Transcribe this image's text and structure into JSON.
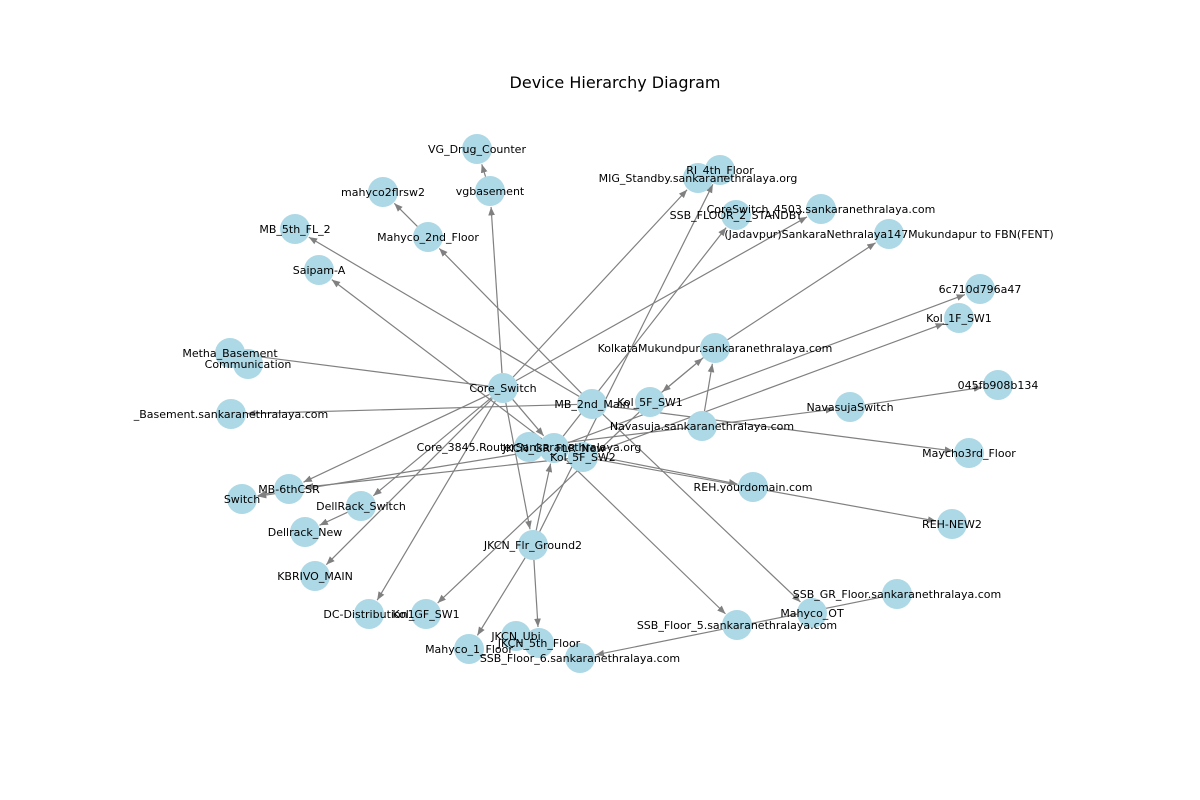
{
  "title": "Device Hierarchy Diagram",
  "colors": {
    "node": "#add8e6",
    "edge": "#808080",
    "text": "#000000",
    "background": "#ffffff"
  },
  "nodes": [
    {
      "id": "VG_Drug_Counter",
      "label": "VG_Drug_Counter"
    },
    {
      "id": "RI_4th_Floor",
      "label": "RI_4th_Floor"
    },
    {
      "id": "MIG_Standby",
      "label": "MIG_Standby.sankaranethralaya.org"
    },
    {
      "id": "mahyco2flrsw2",
      "label": "mahyco2flrsw2"
    },
    {
      "id": "vgbasement",
      "label": "vgbasement"
    },
    {
      "id": "CoreSwitch_4503",
      "label": "CoreSwitch_4503.sankaranethralaya.com"
    },
    {
      "id": "SSB_FLOOR_2_STANDBY",
      "label": "SSB_FLOOR_2_STANDBY"
    },
    {
      "id": "MB_5th_FL_2",
      "label": "MB_5th_FL_2"
    },
    {
      "id": "Mahyco_2nd_Floor",
      "label": "Mahyco_2nd_Floor"
    },
    {
      "id": "Jadavpur",
      "label": "(Jadavpur)SankaraNethralaya147Mukundapur to FBN(FENT)"
    },
    {
      "id": "Saipam_A",
      "label": "Saipam-A"
    },
    {
      "id": "6c710d796a47",
      "label": "6c710d796a47"
    },
    {
      "id": "Kol_1F_SW1",
      "label": "Kol_1F_SW1"
    },
    {
      "id": "KolkataMukundpur",
      "label": "KolkataMukundpur.sankaranethralaya.com"
    },
    {
      "id": "Metha_Basement",
      "label": "Metha_Basement"
    },
    {
      "id": "Communication",
      "label": "Communication"
    },
    {
      "id": "Core_Switch",
      "label": "Core_Switch"
    },
    {
      "id": "045fb908b134",
      "label": "045fb908b134"
    },
    {
      "id": "MB_2nd_Main",
      "label": "MB_2nd_Main"
    },
    {
      "id": "Kol_5F_SW1",
      "label": "Kol_5F_SW1"
    },
    {
      "id": "NavasujaSwitch",
      "label": "NavasujaSwitch"
    },
    {
      "id": "Basement_sankara",
      "label": "_Basement.sankaranethralaya.com"
    },
    {
      "id": "Navasuja_sankara",
      "label": "Navasuja.sankaranethralaya.com"
    },
    {
      "id": "Core_3845",
      "label": "Core_3845.RouterSankaranethralaya.org"
    },
    {
      "id": "JKCN_GR_FLR_New",
      "label": "JKCN_GR_FLR_New"
    },
    {
      "id": "Kol_5F_SW2",
      "label": "Kol_5F_SW2"
    },
    {
      "id": "Maycho3rd_Floor",
      "label": "Maycho3rd_Floor"
    },
    {
      "id": "REH_yourdomain",
      "label": "REH.yourdomain.com"
    },
    {
      "id": "MB_6thCSR",
      "label": "MB-6thCSR"
    },
    {
      "id": "Switch",
      "label": "Switch"
    },
    {
      "id": "DellRack_Switch",
      "label": "DellRack_Switch"
    },
    {
      "id": "REH_NEW2",
      "label": "REH-NEW2"
    },
    {
      "id": "Dellrack_New",
      "label": "Dellrack_New"
    },
    {
      "id": "JKCN_Flr_Ground2",
      "label": "JKCN_Flr_Ground2"
    },
    {
      "id": "KBRIVO_MAIN",
      "label": "KBRIVO_MAIN"
    },
    {
      "id": "SSB_GR_Floor",
      "label": "SSB_GR_Floor.sankaranethralaya.com"
    },
    {
      "id": "DC_Distribution",
      "label": "DC-Distribution1"
    },
    {
      "id": "Kol_GF_SW1",
      "label": "Kol_GF_SW1"
    },
    {
      "id": "Mahyco_OT",
      "label": "Mahyco_OT"
    },
    {
      "id": "SSB_Floor_5",
      "label": "SSB_Floor_5.sankaranethralaya.com"
    },
    {
      "id": "JKCN_Ubi",
      "label": "JKCN_Ubi"
    },
    {
      "id": "JKCN_5th_Floor",
      "label": "JKCN_5th_Floor"
    },
    {
      "id": "Mahyco_1_Floor",
      "label": "Mahyco_1_Floor"
    },
    {
      "id": "SSB_Floor_6",
      "label": "SSB_Floor_6.sankaranethralaya.com"
    }
  ],
  "edges": [
    {
      "from": "vgbasement",
      "to": "VG_Drug_Counter"
    },
    {
      "from": "Mahyco_2nd_Floor",
      "to": "mahyco2flrsw2"
    },
    {
      "from": "Core_Switch",
      "to": "vgbasement"
    },
    {
      "from": "Core_Switch",
      "to": "MIG_Standby"
    },
    {
      "from": "Core_Switch",
      "to": "CoreSwitch_4503"
    },
    {
      "from": "Core_Switch",
      "to": "Metha_Basement"
    },
    {
      "from": "Core_Switch",
      "to": "MB_6thCSR"
    },
    {
      "from": "Core_Switch",
      "to": "DellRack_Switch"
    },
    {
      "from": "Core_Switch",
      "to": "KBRIVO_MAIN"
    },
    {
      "from": "Core_Switch",
      "to": "DC_Distribution"
    },
    {
      "from": "Core_Switch",
      "to": "JKCN_Flr_Ground2"
    },
    {
      "from": "Core_Switch",
      "to": "JKCN_GR_FLR_New"
    },
    {
      "from": "MB_2nd_Main",
      "to": "Mahyco_2nd_Floor"
    },
    {
      "from": "MB_2nd_Main",
      "to": "MB_5th_FL_2"
    },
    {
      "from": "MB_2nd_Main",
      "to": "Basement_sankara"
    },
    {
      "from": "MB_2nd_Main",
      "to": "Maycho3rd_Floor"
    },
    {
      "from": "MB_2nd_Main",
      "to": "Mahyco_OT"
    },
    {
      "from": "JKCN_GR_FLR_New",
      "to": "Saipam_A"
    },
    {
      "from": "JKCN_GR_FLR_New",
      "to": "SSB_FLOOR_2_STANDBY"
    },
    {
      "from": "JKCN_GR_FLR_New",
      "to": "6c710d796a47"
    },
    {
      "from": "JKCN_GR_FLR_New",
      "to": "Switch"
    },
    {
      "from": "JKCN_GR_FLR_New",
      "to": "REH_yourdomain"
    },
    {
      "from": "JKCN_GR_FLR_New",
      "to": "SSB_Floor_5"
    },
    {
      "from": "KolkataMukundpur",
      "to": "Jadavpur"
    },
    {
      "from": "KolkataMukundpur",
      "to": "Kol_5F_SW1"
    },
    {
      "from": "Kol_5F_SW1",
      "to": "KolkataMukundpur"
    },
    {
      "from": "Kol_5F_SW2",
      "to": "Kol_1F_SW1"
    },
    {
      "from": "Kol_5F_SW2",
      "to": "REH_NEW2"
    },
    {
      "from": "Kol_5F_SW2",
      "to": "MB_6thCSR"
    },
    {
      "from": "NavasujaSwitch",
      "to": "045fb908b134"
    },
    {
      "from": "Navasuja_sankara",
      "to": "Core_3845"
    },
    {
      "from": "Navasuja_sankara",
      "to": "NavasujaSwitch"
    },
    {
      "from": "Navasuja_sankara",
      "to": "KolkataMukundpur"
    },
    {
      "from": "MB_6thCSR",
      "to": "Switch"
    },
    {
      "from": "DellRack_Switch",
      "to": "Dellrack_New"
    },
    {
      "from": "JKCN_Flr_Ground2",
      "to": "JKCN_GR_FLR_New"
    },
    {
      "from": "JKCN_Flr_Ground2",
      "to": "JKCN_5th_Floor"
    },
    {
      "from": "JKCN_Flr_Ground2",
      "to": "Mahyco_1_Floor"
    },
    {
      "from": "JKCN_Flr_Ground2",
      "to": "RI_4th_Floor"
    },
    {
      "from": "Kol_5F_SW1",
      "to": "Kol_GF_SW1"
    },
    {
      "from": "SSB_GR_Floor",
      "to": "SSB_Floor_6"
    }
  ]
}
